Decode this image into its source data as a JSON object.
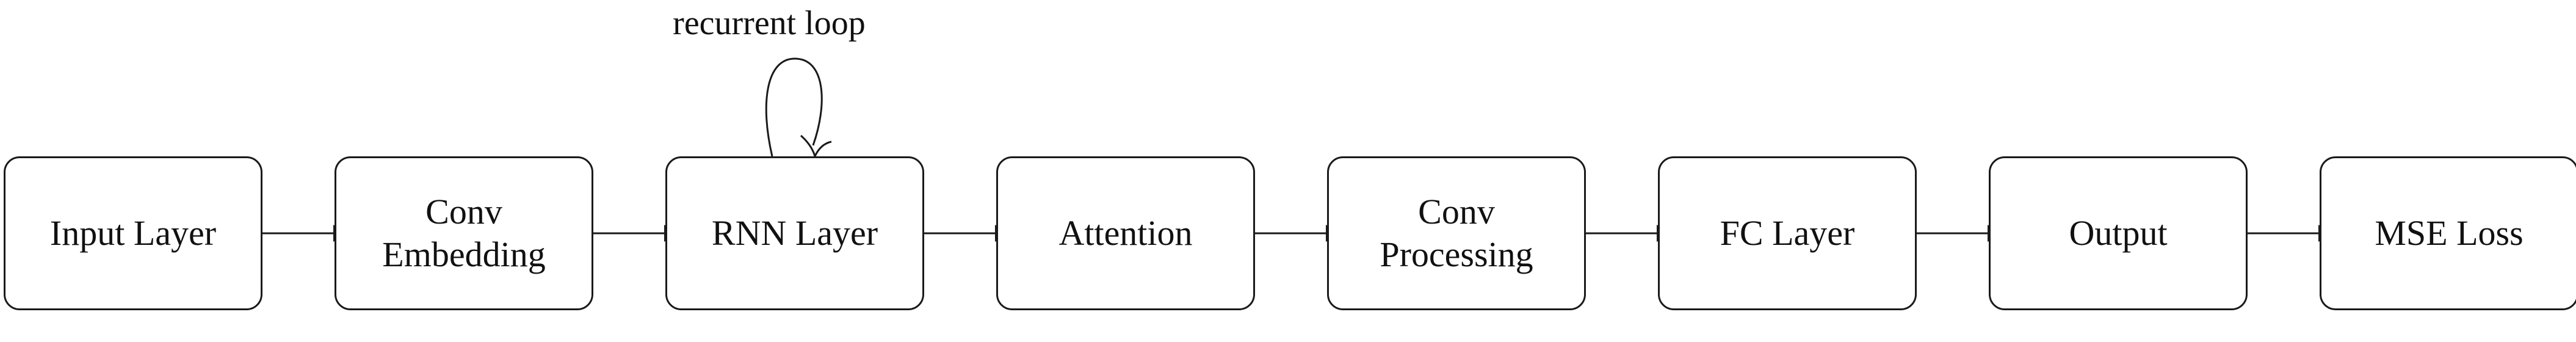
{
  "diagram": {
    "type": "pipeline-flowchart",
    "nodes": [
      {
        "id": "input",
        "label": "Input Layer"
      },
      {
        "id": "conv_embed",
        "label": "Conv\nEmbedding"
      },
      {
        "id": "rnn",
        "label": "RNN Layer"
      },
      {
        "id": "attention",
        "label": "Attention"
      },
      {
        "id": "conv_proc",
        "label": "Conv\nProcessing"
      },
      {
        "id": "fc",
        "label": "FC Layer"
      },
      {
        "id": "output",
        "label": "Output"
      },
      {
        "id": "mse",
        "label": "MSE Loss"
      }
    ],
    "edges": [
      {
        "from": "input",
        "to": "conv_embed"
      },
      {
        "from": "conv_embed",
        "to": "rnn"
      },
      {
        "from": "rnn",
        "to": "attention"
      },
      {
        "from": "attention",
        "to": "conv_proc"
      },
      {
        "from": "conv_proc",
        "to": "fc"
      },
      {
        "from": "fc",
        "to": "output"
      },
      {
        "from": "output",
        "to": "mse"
      },
      {
        "from": "rnn",
        "to": "rnn",
        "label": "recurrent loop"
      }
    ],
    "loop_label": "recurrent loop"
  },
  "colors": {
    "stroke": "#1a1a1a",
    "text": "#111111",
    "background": "#ffffff"
  }
}
